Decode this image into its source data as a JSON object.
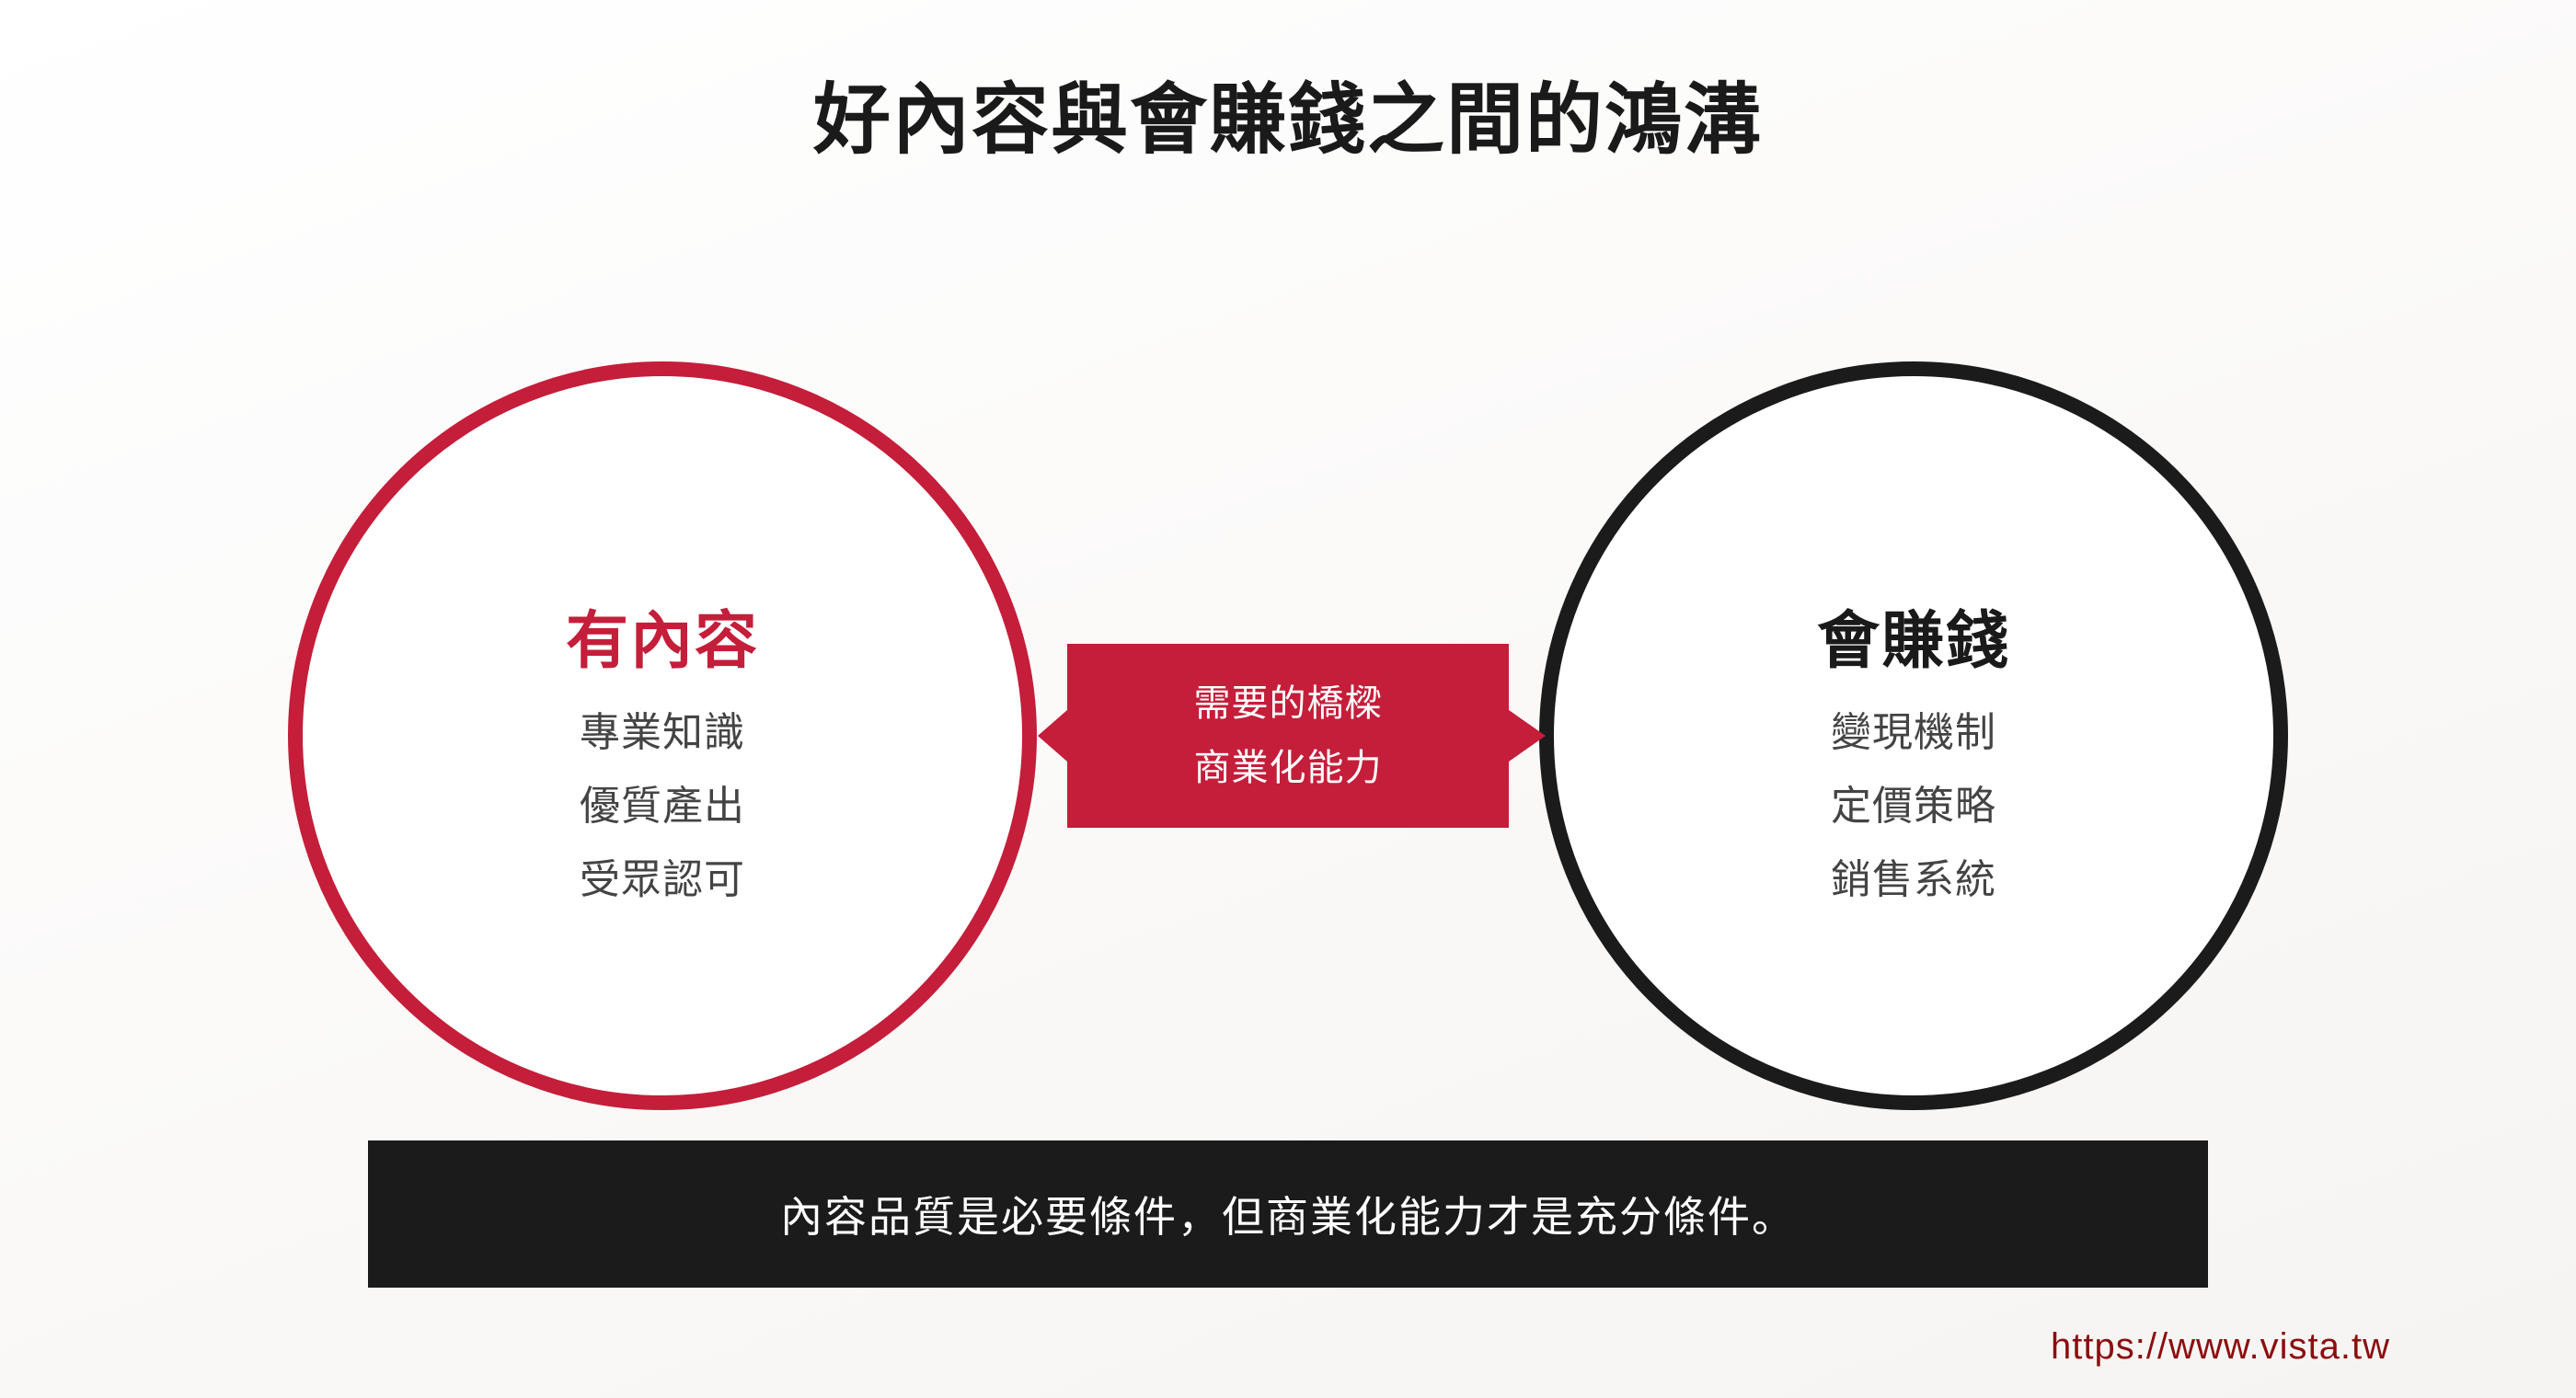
{
  "title": "好內容與會賺錢之間的鴻溝",
  "left_circle": {
    "heading": "有內容",
    "items": [
      "專業知識",
      "優質產出",
      "受眾認可"
    ],
    "color": "#c41e3a"
  },
  "right_circle": {
    "heading": "會賺錢",
    "items": [
      "變現機制",
      "定價策略",
      "銷售系統"
    ],
    "color": "#1b1b1b"
  },
  "bridge": {
    "line1": "需要的橋樑",
    "line2": "商業化能力",
    "color": "#c41e3a"
  },
  "summary": {
    "text": "內容品質是必要條件，但商業化能力才是充分條件。"
  },
  "footer": {
    "url": "https://www.vista.tw"
  }
}
